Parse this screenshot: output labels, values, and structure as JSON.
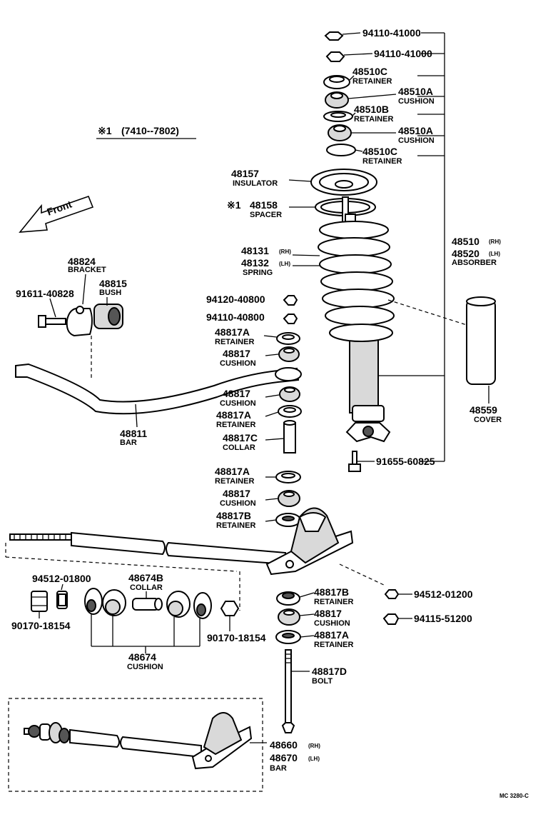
{
  "note": {
    "mark": "※1",
    "range": "(7410--7802)"
  },
  "front_label": "Front",
  "code": "MC 3280-C",
  "labels": {
    "nut1": {
      "part": "94110-41000"
    },
    "nut2": {
      "part": "94110-41000"
    },
    "ret_c_top": {
      "part": "48510C",
      "name": "RETAINER"
    },
    "cush_a1": {
      "part": "48510A",
      "name": "CUSHION"
    },
    "ret_b": {
      "part": "48510B",
      "name": "RETAINER"
    },
    "cush_a2": {
      "part": "48510A",
      "name": "CUSHION"
    },
    "ret_c2": {
      "part": "48510C",
      "name": "RETAINER"
    },
    "insulator": {
      "part": "48157",
      "name": "INSULATOR"
    },
    "spacer": {
      "prefix": "※1",
      "part": "48158",
      "name": "SPACER"
    },
    "spring": {
      "part1": "48131",
      "side1": "(RH)",
      "part2": "48132",
      "side2": "(LH)",
      "name": "SPRING"
    },
    "absorber": {
      "part1": "48510",
      "side1": "(RH)",
      "part2": "48520",
      "side2": "(LH)",
      "name": "ABSORBER"
    },
    "cover": {
      "part": "48559",
      "name": "COVER"
    },
    "abs_bolt": {
      "part": "91655-60825"
    },
    "bracket": {
      "part": "48824",
      "name": "BRACKET"
    },
    "bush": {
      "part": "48815",
      "name": "BUSH"
    },
    "bracket_bolt": {
      "part": "91611-40828"
    },
    "bar_nut1": {
      "part": "94120-40800"
    },
    "bar_nut2": {
      "part": "94110-40800"
    },
    "bar_ret_a1": {
      "part": "48817A",
      "name": "RETAINER"
    },
    "bar_cush1": {
      "part": "48817",
      "name": "CUSHION"
    },
    "bar_cush2": {
      "part": "48817",
      "name": "CUSHION"
    },
    "bar_ret_a2": {
      "part": "48817A",
      "name": "RETAINER"
    },
    "bar_collar": {
      "part": "48817C",
      "name": "COLLAR"
    },
    "bar": {
      "part": "48811",
      "name": "BAR"
    },
    "low_ret_a": {
      "part": "48817A",
      "name": "RETAINER"
    },
    "low_cush": {
      "part": "48817",
      "name": "CUSHION"
    },
    "low_ret_b": {
      "part": "48817B",
      "name": "RETAINER"
    },
    "rod_nut_a": {
      "part": "94512-01800"
    },
    "rod_collar": {
      "part": "48674B",
      "name": "COLLAR"
    },
    "rod_nut_l": {
      "part": "90170-18154"
    },
    "rod_nut_r": {
      "part": "90170-18154"
    },
    "rod_cushion": {
      "part": "48674",
      "name": "CUSHION"
    },
    "br_ret_b": {
      "part": "48817B",
      "name": "RETAINER"
    },
    "br_cush": {
      "part": "48817",
      "name": "CUSHION"
    },
    "br_ret_a": {
      "part": "48817A",
      "name": "RETAINER"
    },
    "br_nut1": {
      "part": "94512-01200"
    },
    "br_nut2": {
      "part": "94115-51200"
    },
    "br_bolt": {
      "part": "48817D",
      "name": "BOLT"
    },
    "strut_bar": {
      "part1": "48660",
      "side1": "(RH)",
      "part2": "48670",
      "side2": "(LH)",
      "name": "BAR"
    }
  }
}
